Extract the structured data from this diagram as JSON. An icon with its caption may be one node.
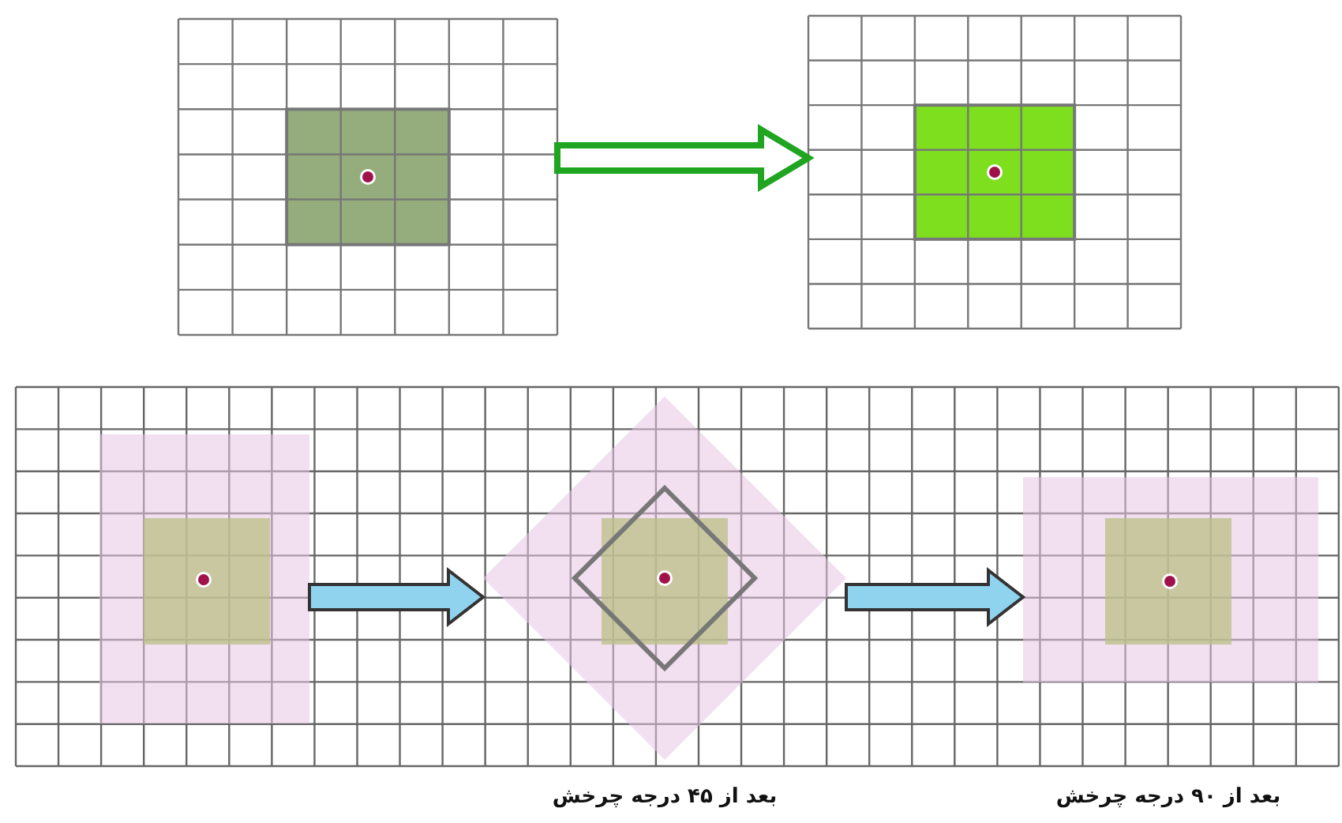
{
  "diagram": {
    "nodes": [
      {
        "text": [],
        "shape": "picture"
      },
      {
        "text": [],
        "shape": "picture"
      },
      {
        "text": [],
        "shape": "picture"
      },
      {
        "text": [],
        "shape": "picture",
        "beside": [
          "بعد از ۴۵ درجه چرخش"
        ]
      },
      {
        "text": [],
        "shape": "picture"
      }
    ],
    "edges": [
      {
        "from": 0,
        "to": 1,
        "arrow": "to",
        "color": "#1fa51f"
      },
      {
        "from": 2,
        "to": 3,
        "arrow": "to"
      },
      {
        "from": 3,
        "to": 4,
        "arrow": "to"
      }
    ],
    "labels": [
      "بعد از ۹۰ درجه چرخش"
    ]
  }
}
